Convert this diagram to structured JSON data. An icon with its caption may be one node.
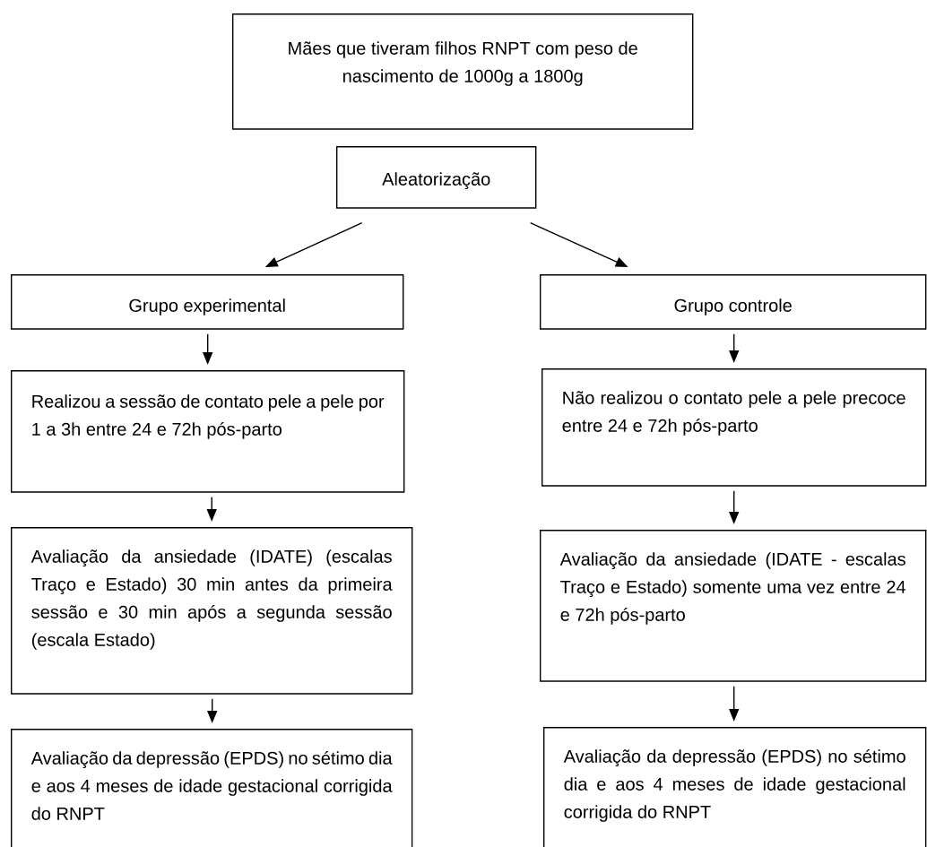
{
  "diagram": {
    "nodes": [
      {
        "text": [
          "Mães que tiveram filhos RNPT com peso de nascimento de 1000g a 1800g"
        ]
      },
      {
        "text": [
          "Aleatorização"
        ]
      },
      {
        "text": [
          "Grupo experimental"
        ]
      },
      {
        "text": [
          "Grupo controle"
        ]
      },
      {
        "text": [
          "Realizou a sessão de contato pele a pele por 1 a 3h entre 24 e 72h pós-parto"
        ]
      },
      {
        "text": [
          "Não realizou o contato pele a pele precoce entre 24 e 72h pós-parto"
        ]
      },
      {
        "text": [
          "Avaliação da ansiedade (IDATE) (escalas Traço e Estado) 30 min antes da primeira sessão e 30 min após a segunda sessão (escala Estado)"
        ]
      },
      {
        "text": [
          "Avaliação da ansiedade (IDATE - escalas Traço e Estado) somente uma vez entre 24 e 72h pós-parto"
        ]
      },
      {
        "text": [
          "Avaliação da depressão (EPDS) no sétimo dia e aos 4 meses de idade gestacional corrigida do RNPT"
        ]
      },
      {
        "text": [
          "Avaliação da depressão (EPDS) no sétimo dia e aos 4 meses de idade gestacional corrigida do RNPT"
        ]
      }
    ],
    "edges": [
      {
        "from": 1,
        "to": 2,
        "arrow": "to"
      },
      {
        "from": 1,
        "to": 3,
        "arrow": "to"
      },
      {
        "from": 2,
        "to": 4,
        "arrow": "to"
      },
      {
        "from": 3,
        "to": 5,
        "arrow": "to"
      },
      {
        "from": 4,
        "to": 6,
        "arrow": "to"
      },
      {
        "from": 5,
        "to": 7,
        "arrow": "to"
      },
      {
        "from": 6,
        "to": 8,
        "arrow": "to"
      },
      {
        "from": 7,
        "to": 9,
        "arrow": "to"
      }
    ]
  }
}
